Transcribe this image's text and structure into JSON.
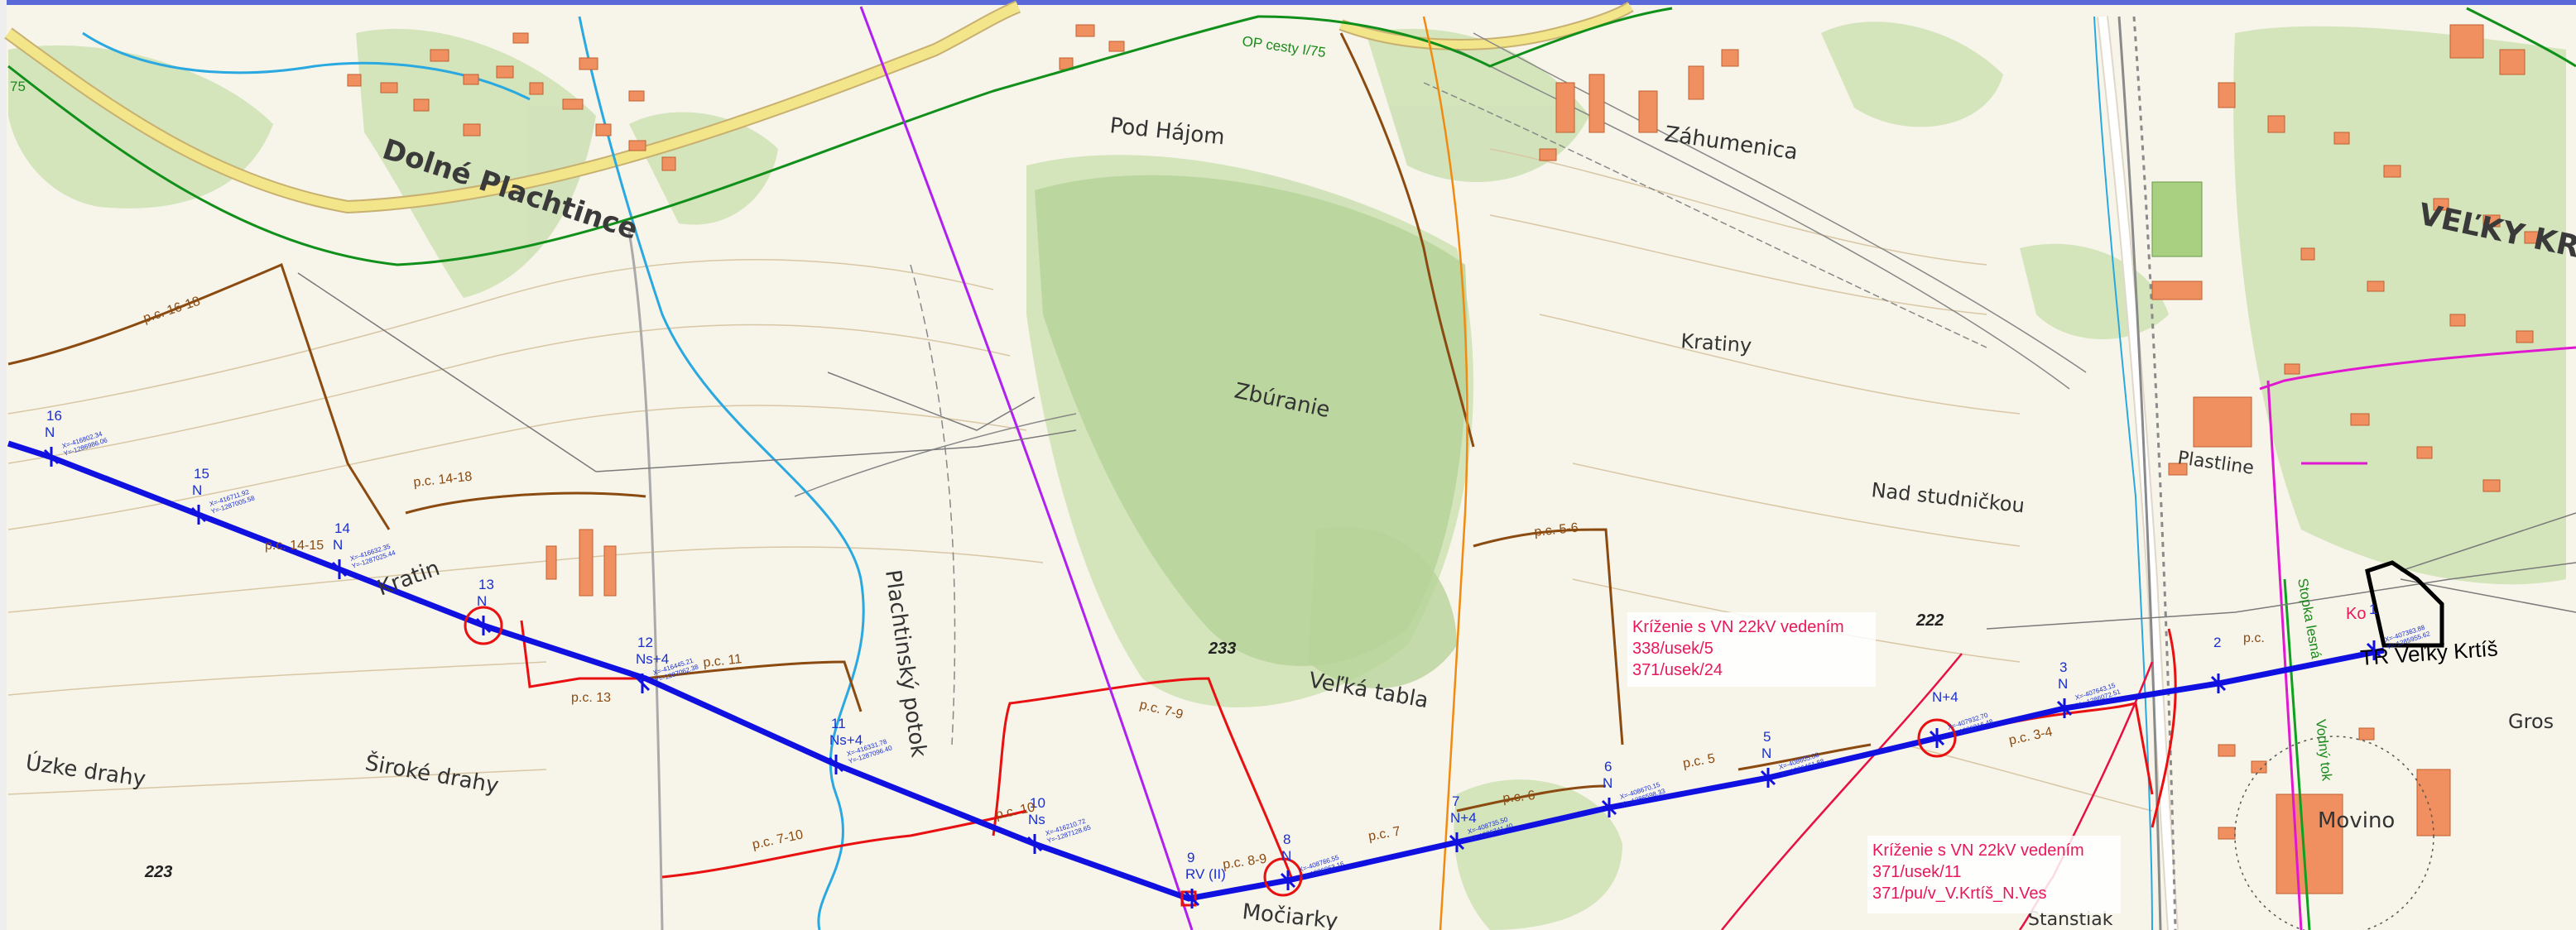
{
  "map": {
    "places": {
      "dolne_plachtince": "Dolné Plachtince",
      "velky_krtis": "VEĽKY KR",
      "pod_hajom": "Pod Hájom",
      "zahumenica": "Záhumenica",
      "kratiny_upper": "Kratiny",
      "kratiny_lower": "Kratin",
      "zburanie": "Zbúranie",
      "nad_studnickou": "Nad studničkou",
      "plastline": "Plastline",
      "velka_tabla": "Veľká tabla",
      "uzke_drahy": "Úzke drahy",
      "siroke_drahy": "Široké drahy",
      "plachtinsky_potok": "Plachtinský potok",
      "mociarky": "Močiarky",
      "movino": "Movino",
      "gros": "Gros",
      "stanstiak": "Stanstiak"
    },
    "elevations": [
      "223",
      "233",
      "222"
    ],
    "road_label": "OP cesty I/75",
    "edge_label": "75",
    "parcels": [
      "p.c. 16-18",
      "p.c. 14-15",
      "p.c. 14-18",
      "p.c. 13",
      "p.c. 11",
      "p.c. 7-10",
      "p.c. 10",
      "p.c. 7-9",
      "p.c. 8-9",
      "p.c. 7",
      "p.c. 6",
      "p.c. 5-6",
      "p.c. 5",
      "p.c. 3-4",
      "p.c."
    ],
    "poles": [
      {
        "num": "16",
        "type": "N",
        "coord1": "X=-416802.34",
        "coord2": "Y=-1286986.06"
      },
      {
        "num": "15",
        "type": "N",
        "coord1": "X=-416711.92",
        "coord2": "Y=-1287005.58"
      },
      {
        "num": "14",
        "type": "N",
        "coord1": "X=-416632.35",
        "coord2": "Y=-1287025.44"
      },
      {
        "num": "13",
        "type": "N",
        "coord1": "",
        "coord2": ""
      },
      {
        "num": "12",
        "type": "Ns+4",
        "coord1": "X=-416445.21",
        "coord2": "Y=-1287062.38"
      },
      {
        "num": "11",
        "type": "Ns+4",
        "coord1": "X=-416331.78",
        "coord2": "Y=-1287096.40"
      },
      {
        "num": "10",
        "type": "Ns",
        "coord1": "X=-416210.72",
        "coord2": "Y=-1287128.65"
      },
      {
        "num": "9",
        "type": "RV (II)",
        "coord1": "",
        "coord2": ""
      },
      {
        "num": "8",
        "type": "N",
        "coord1": "X=-408786.55",
        "coord2": "Y=-1286863.16"
      },
      {
        "num": "7",
        "type": "N+4",
        "coord1": "X=-408735.50",
        "coord2": "Y=-1286741.40"
      },
      {
        "num": "6",
        "type": "N",
        "coord1": "X=-408670.15",
        "coord2": "Y=-1286598.33"
      },
      {
        "num": "5",
        "type": "N",
        "coord1": "X=-408605.08",
        "coord2": "Y=-1286461.88"
      },
      {
        "num": "N+4",
        "type": "",
        "coord1": "X=-407932.70",
        "coord2": "Y=-1286316.48"
      },
      {
        "num": "3",
        "type": "N",
        "coord1": "X=-407643.15",
        "coord2": "Y=-1286072.51"
      },
      {
        "num": "2",
        "type": "",
        "coord1": "",
        "coord2": ""
      },
      {
        "num": "1",
        "type": "",
        "coord1": "X=-407383.88",
        "coord2": "Y=-1285955.62"
      }
    ],
    "crossing1": {
      "title": "Kríženie s VN 22kV vedením",
      "line1": "338/usek/5",
      "line2": "371/usek/24"
    },
    "crossing2": {
      "title": "Kríženie s VN 22kV vedením",
      "line1": "371/usek/11",
      "line2": "371/pu/v_V.Krtíš_N.Ves"
    },
    "tr_label": "TR Veľký Krtíš",
    "ko_label": "Ko",
    "silesia_label": "Stopka lesná",
    "vodny_label": "Vodný tok",
    "colors": {
      "route": "#1010e0",
      "boundary_red": "#e81010",
      "parcel_brown": "#8a4a10",
      "protection_green": "#10901a",
      "violet_line": "#b020f0",
      "orange_line": "#f08a10",
      "magenta": "#e018d0",
      "stream": "#2aa8e0",
      "road": "#e8d870",
      "buildings": "#f09060",
      "forest": "#b7d39a"
    }
  }
}
